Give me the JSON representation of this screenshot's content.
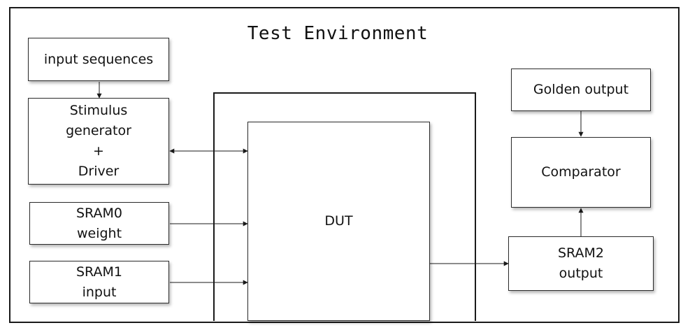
{
  "title": "Test Environment",
  "blocks": {
    "input_sequences": {
      "label": "input sequences"
    },
    "stimulus": {
      "lines": [
        "Stimulus",
        "generator",
        "+",
        "Driver"
      ]
    },
    "sram0": {
      "lines": [
        "SRAM0",
        "weight"
      ]
    },
    "sram1": {
      "lines": [
        "SRAM1",
        "input"
      ]
    },
    "dut": {
      "label": "DUT"
    },
    "golden_output": {
      "label": "Golden output"
    },
    "comparator": {
      "label": "Comparator"
    },
    "sram2": {
      "lines": [
        "SRAM2",
        "output"
      ]
    }
  },
  "colors": {
    "line": "#1a1a1a",
    "box_border": "#2b2b2b",
    "background": "#ffffff"
  }
}
